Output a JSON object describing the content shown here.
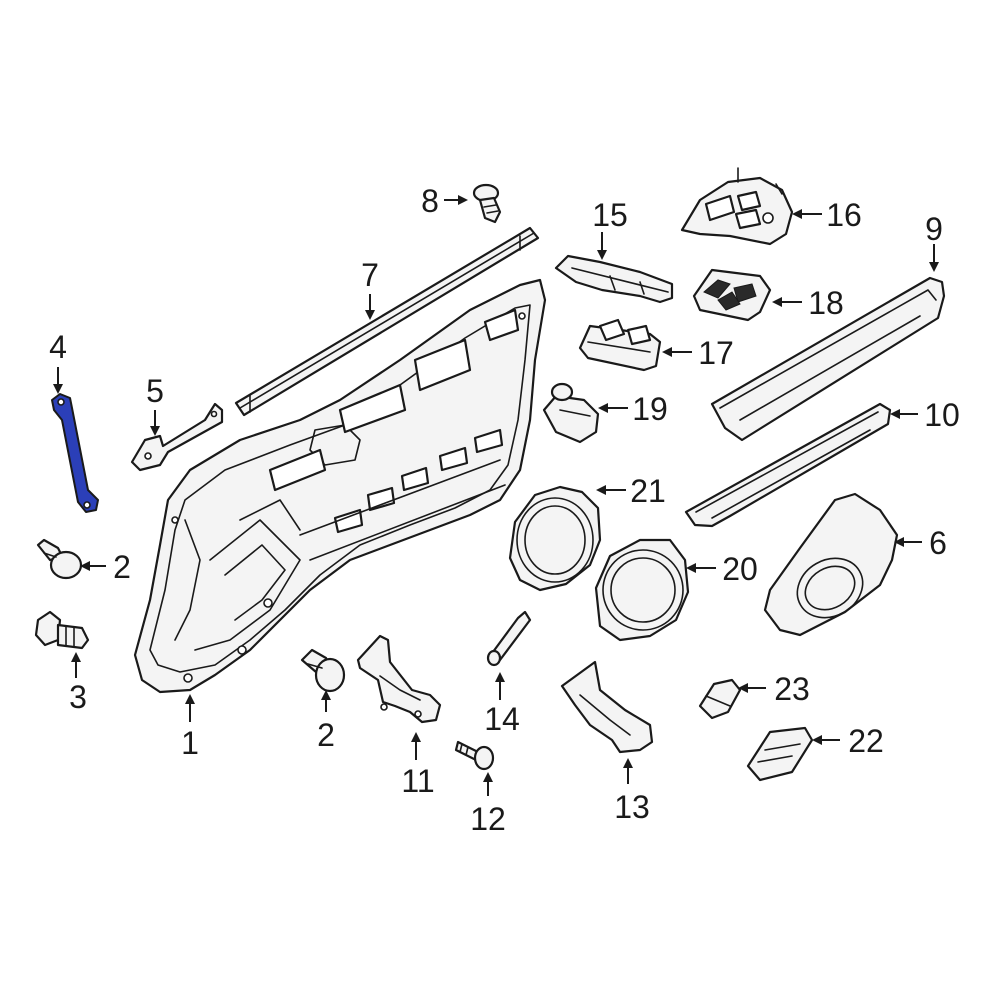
{
  "highlight_color": "#2b3fb8",
  "callouts": [
    {
      "id": "1",
      "label": "1"
    },
    {
      "id": "2a",
      "label": "2"
    },
    {
      "id": "2b",
      "label": "2"
    },
    {
      "id": "3",
      "label": "3"
    },
    {
      "id": "4",
      "label": "4"
    },
    {
      "id": "5",
      "label": "5"
    },
    {
      "id": "6",
      "label": "6"
    },
    {
      "id": "7",
      "label": "7"
    },
    {
      "id": "8",
      "label": "8"
    },
    {
      "id": "9",
      "label": "9"
    },
    {
      "id": "10",
      "label": "10"
    },
    {
      "id": "11",
      "label": "11"
    },
    {
      "id": "12",
      "label": "12"
    },
    {
      "id": "13",
      "label": "13"
    },
    {
      "id": "14",
      "label": "14"
    },
    {
      "id": "15",
      "label": "15"
    },
    {
      "id": "16",
      "label": "16"
    },
    {
      "id": "17",
      "label": "17"
    },
    {
      "id": "18",
      "label": "18"
    },
    {
      "id": "19",
      "label": "19"
    },
    {
      "id": "20",
      "label": "20"
    },
    {
      "id": "21",
      "label": "21"
    },
    {
      "id": "22",
      "label": "22"
    },
    {
      "id": "23",
      "label": "23"
    }
  ]
}
